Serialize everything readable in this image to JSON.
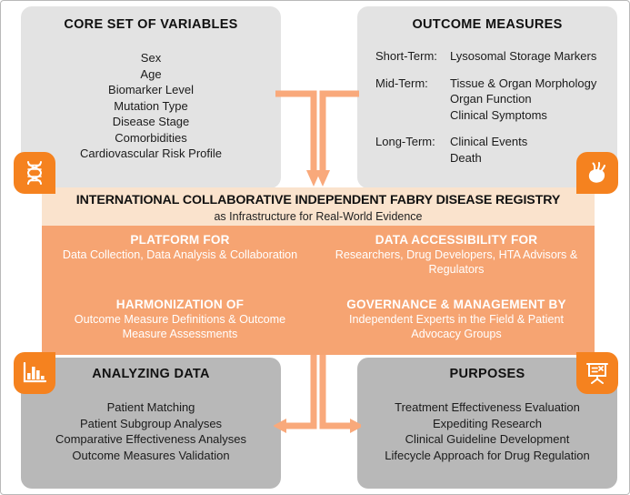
{
  "colors": {
    "accent_orange": "#f5821f",
    "panel_orange": "#f6a472",
    "panel_header_peach": "#fae3cd",
    "arrow_peach": "#f9a97b",
    "panel_light_grey": "#e3e3e3",
    "panel_mid_grey": "#b8b8b8",
    "frame_border": "#b9b9b9"
  },
  "panels": {
    "core": {
      "title": "CORE SET OF VARIABLES",
      "icon": "dna-icon",
      "items": [
        "Sex",
        "Age",
        "Biomarker Level",
        "Mutation Type",
        "Disease Stage",
        "Comorbidities",
        "Cardiovascular Risk Profile"
      ]
    },
    "outcome": {
      "title": "OUTCOME MEASURES",
      "icon": "heart-icon",
      "rows": [
        {
          "term": "Short-Term:",
          "values": [
            "Lysosomal Storage Markers"
          ]
        },
        {
          "term": "Mid-Term:",
          "values": [
            "Tissue & Organ Morphology",
            "Organ Function",
            "Clinical Symptoms"
          ]
        },
        {
          "term": "Long-Term:",
          "values": [
            "Clinical Events",
            "Death"
          ]
        }
      ]
    },
    "analyzing": {
      "title": "ANALYZING DATA",
      "icon": "bar-chart-icon",
      "items": [
        "Patient Matching",
        "Patient Subgroup Analyses",
        "Comparative Effectiveness Analyses",
        "Outcome Measures Validation"
      ]
    },
    "purposes": {
      "title": "PURPOSES",
      "icon": "presentation-board-icon",
      "items": [
        "Treatment Effectiveness Evaluation",
        "Expediting Research",
        "Clinical Guideline Development",
        "Lifecycle Approach for Drug Regulation"
      ]
    }
  },
  "centre": {
    "title": "INTERNATIONAL COLLABORATIVE INDEPENDENT FABRY DISEASE REGISTRY",
    "subtitle": "as Infrastructure for Real-World Evidence",
    "cells": [
      {
        "heading": "PLATFORM FOR",
        "lines": "Data Collection, Data Analysis & Collaboration"
      },
      {
        "heading": "DATA ACCESSIBILITY FOR",
        "lines": "Researchers, Drug Developers, HTA Advisors & Regulators"
      },
      {
        "heading": "HARMONIZATION OF",
        "lines": "Outcome Measure Definitions & Outcome Measure Assessments"
      },
      {
        "heading": "GOVERNANCE & MANAGEMENT BY",
        "lines": "Independent Experts in the Field & Patient Advocacy Groups"
      }
    ]
  }
}
